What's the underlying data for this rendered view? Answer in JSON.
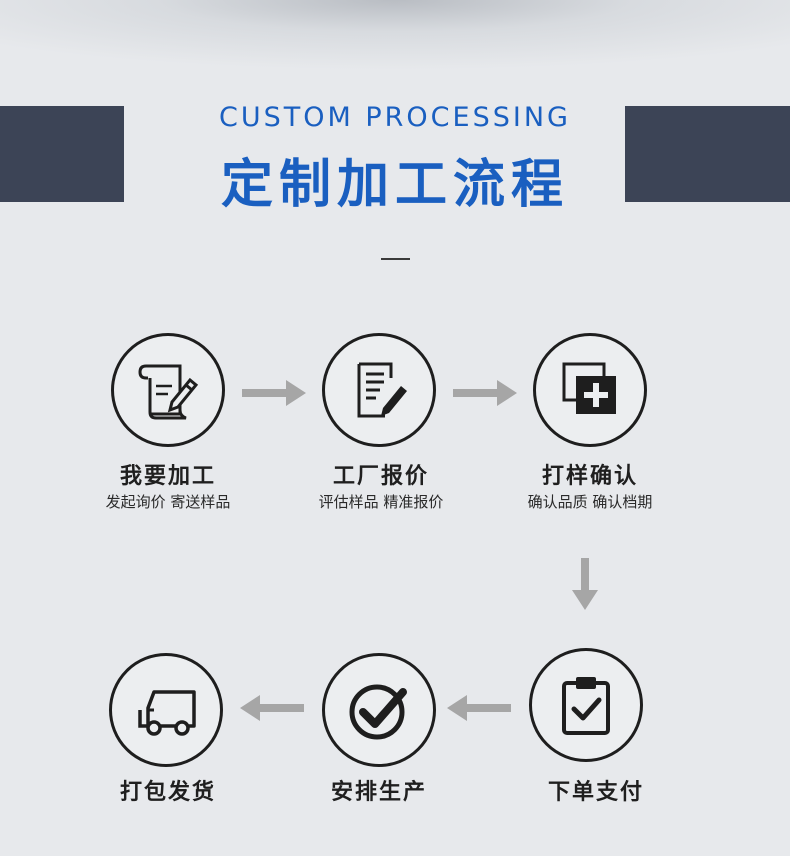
{
  "header": {
    "en_title": "CUSTOM PROCESSING",
    "cn_title": "定制加工流程"
  },
  "steps": [
    {
      "title": "我要加工",
      "subtitle": "发起询价  寄送样品",
      "icon": "scroll-pen-icon"
    },
    {
      "title": "工厂报价",
      "subtitle": "评估样品  精准报价",
      "icon": "document-pen-icon"
    },
    {
      "title": "打样确认",
      "subtitle": "确认品质  确认档期",
      "icon": "layers-plus-icon"
    },
    {
      "title": "下单支付",
      "icon": "clipboard-check-icon"
    },
    {
      "title": "安排生产",
      "icon": "check-circle-icon"
    },
    {
      "title": "打包发货",
      "icon": "delivery-truck-icon"
    }
  ],
  "colors": {
    "accent": "#1a5fc0",
    "bar": "#3c4456",
    "arrow": "#a6a6a6",
    "ink": "#1e1e1e"
  }
}
